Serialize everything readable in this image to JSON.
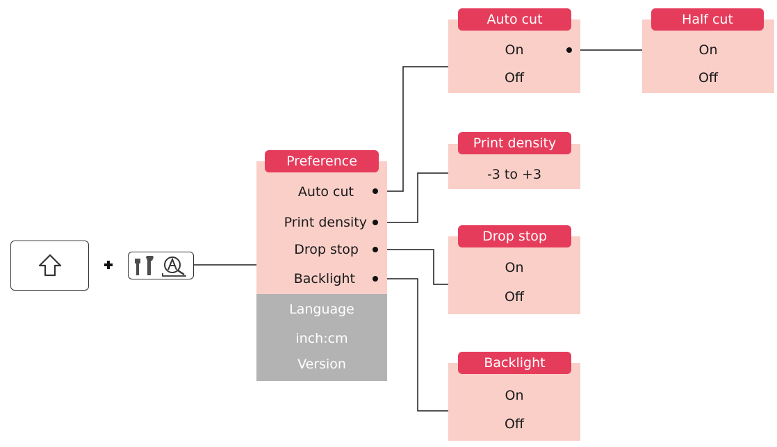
{
  "keys": {
    "shift_icon": "shift-arrow-icon",
    "plus_icon": "plus-icon",
    "setup_icons": [
      "wrench-screwdriver-icon",
      "magnify-a-icon"
    ]
  },
  "preference": {
    "header": "Preference",
    "items": [
      "Auto cut",
      "Print density",
      "Drop stop",
      "Backlight"
    ],
    "disabled_items": [
      "Language",
      "inch:cm",
      "Version"
    ]
  },
  "submenus": {
    "auto_cut": {
      "header": "Auto cut",
      "options": [
        "On",
        "Off"
      ]
    },
    "half_cut": {
      "header": "Half cut",
      "options": [
        "On",
        "Off"
      ]
    },
    "print_density": {
      "header": "Print density",
      "options": [
        "-3 to +3"
      ]
    },
    "drop_stop": {
      "header": "Drop stop",
      "options": [
        "On",
        "Off"
      ]
    },
    "backlight": {
      "header": "Backlight",
      "options": [
        "On",
        "Off"
      ]
    }
  },
  "colors": {
    "header_bg": "#e63c5c",
    "panel_bg": "#f9cfc8",
    "disabled_bg": "#b3b3b3"
  }
}
